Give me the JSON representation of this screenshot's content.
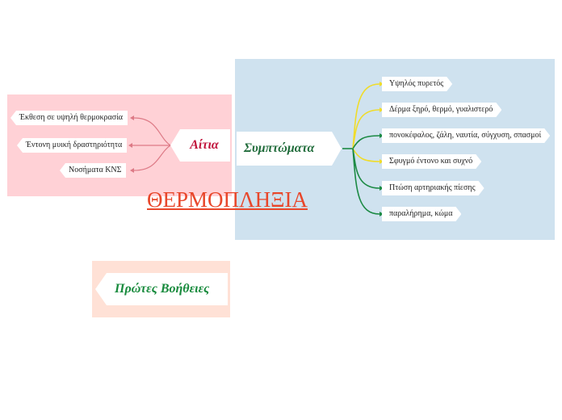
{
  "colors": {
    "title": "#e8472b",
    "causes_region": "#ffd1d6",
    "symptoms_region": "#cfe2ef",
    "firstaid_region": "#ffe1d6",
    "causes_label": "#c0143c",
    "symptoms_label": "#1f6b3a",
    "firstaid_label": "#178a3c",
    "causes_connector": "#dd7a86",
    "symptom_connector_yellow": "#f0dc2a",
    "symptom_connector_green": "#1c8a44"
  },
  "title": "ΘΕΡΜΟΠΛΗΞΙΑ",
  "causes": {
    "label": "Αίτια",
    "items": [
      "Έκθεση σε υψηλή θερμοκρασία",
      "Έντονη μυική δραστηριότητα",
      "Νοσήματα ΚΝΣ"
    ]
  },
  "symptoms": {
    "label": "Συμπτώματα",
    "items": [
      "Υψηλός πυρετός",
      "Δέρμα ξηρό, θερμό, γυαλιστερό",
      "πονοκέφαλος, ζάλη, ναυτία, σύγχυση, σπασμοί",
      "Σφυγμό έντονο και συχνό",
      "Πτώση αρτηριακής πίεσης",
      "παραλήρημα, κώμα"
    ]
  },
  "first_aid": {
    "label": "Πρώτες Βοήθειες"
  }
}
